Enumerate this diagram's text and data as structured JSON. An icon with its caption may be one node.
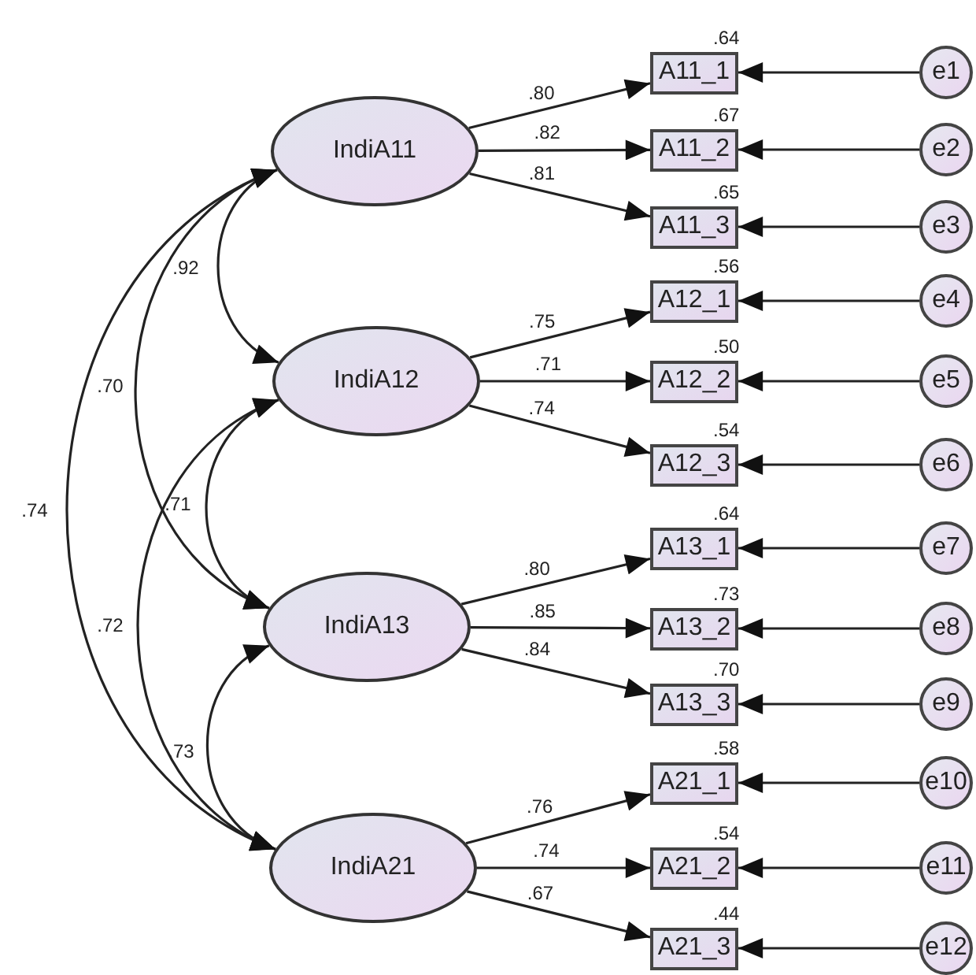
{
  "diagram": {
    "nodes": [
      {
        "text": [
          "IndiA11"
        ]
      },
      {
        "text": [
          "IndiA12"
        ]
      },
      {
        "text": [
          "IndiA13"
        ]
      },
      {
        "text": [
          "IndiA21"
        ]
      },
      {
        "text": [
          "A11_1"
        ],
        "beside": [
          ".64"
        ]
      },
      {
        "text": [
          "A11_2"
        ],
        "beside": [
          ".67"
        ]
      },
      {
        "text": [
          "A11_3"
        ],
        "beside": [
          ".65"
        ]
      },
      {
        "text": [
          "A12_1"
        ],
        "beside": [
          ".56"
        ]
      },
      {
        "text": [
          "A12_2"
        ],
        "beside": [
          ".50"
        ]
      },
      {
        "text": [
          "A12_3"
        ],
        "beside": [
          ".54"
        ]
      },
      {
        "text": [
          "A13_1"
        ],
        "beside": [
          ".64"
        ]
      },
      {
        "text": [
          "A13_2"
        ],
        "beside": [
          ".73"
        ]
      },
      {
        "text": [
          "A13_3"
        ],
        "beside": [
          ".70"
        ]
      },
      {
        "text": [
          "A21_1"
        ],
        "beside": [
          ".58"
        ]
      },
      {
        "text": [
          "A21_2"
        ],
        "beside": [
          ".54"
        ]
      },
      {
        "text": [
          "A21_3"
        ],
        "beside": [
          ".44"
        ]
      },
      {
        "text": [
          "e1"
        ]
      },
      {
        "text": [
          "e2"
        ]
      },
      {
        "text": [
          "e3"
        ]
      },
      {
        "text": [
          "e4"
        ]
      },
      {
        "text": [
          "e5"
        ]
      },
      {
        "text": [
          "e6"
        ]
      },
      {
        "text": [
          "e7"
        ]
      },
      {
        "text": [
          "e8"
        ]
      },
      {
        "text": [
          "e9"
        ]
      },
      {
        "text": [
          "e10"
        ]
      },
      {
        "text": [
          "e11"
        ]
      },
      {
        "text": [
          "e12"
        ]
      }
    ],
    "edges": [
      {
        "from": 0,
        "to": 4,
        "arrow": "to",
        "label": ".80"
      },
      {
        "from": 0,
        "to": 5,
        "arrow": "to",
        "label": ".82"
      },
      {
        "from": 0,
        "to": 6,
        "arrow": "to",
        "label": ".81"
      },
      {
        "from": 1,
        "to": 7,
        "arrow": "to",
        "label": ".75"
      },
      {
        "from": 1,
        "to": 8,
        "arrow": "to",
        "label": ".71"
      },
      {
        "from": 1,
        "to": 9,
        "arrow": "to",
        "label": ".74"
      },
      {
        "from": 2,
        "to": 10,
        "arrow": "to",
        "label": ".80"
      },
      {
        "from": 2,
        "to": 11,
        "arrow": "to",
        "label": ".85"
      },
      {
        "from": 2,
        "to": 12,
        "arrow": "to",
        "label": ".84"
      },
      {
        "from": 3,
        "to": 13,
        "arrow": "to",
        "label": ".76"
      },
      {
        "from": 3,
        "to": 14,
        "arrow": "to",
        "label": ".74"
      },
      {
        "from": 3,
        "to": 15,
        "arrow": "to",
        "label": ".67"
      },
      {
        "from": 16,
        "to": 4,
        "arrow": "to"
      },
      {
        "from": 17,
        "to": 5,
        "arrow": "to"
      },
      {
        "from": 18,
        "to": 6,
        "arrow": "to"
      },
      {
        "from": 19,
        "to": 7,
        "arrow": "to"
      },
      {
        "from": 20,
        "to": 8,
        "arrow": "to"
      },
      {
        "from": 21,
        "to": 9,
        "arrow": "to"
      },
      {
        "from": 22,
        "to": 10,
        "arrow": "to"
      },
      {
        "from": 23,
        "to": 11,
        "arrow": "to"
      },
      {
        "from": 24,
        "to": 12,
        "arrow": "to"
      },
      {
        "from": 25,
        "to": 13,
        "arrow": "to"
      },
      {
        "from": 26,
        "to": 14,
        "arrow": "to"
      },
      {
        "from": 27,
        "to": 15,
        "arrow": "to"
      },
      {
        "from": 0,
        "to": 1,
        "arrow": "both",
        "label": ".92"
      },
      {
        "from": 0,
        "to": 2,
        "arrow": "both",
        "label": ".70"
      },
      {
        "from": 0,
        "to": 3,
        "arrow": "both",
        "label": ".74"
      },
      {
        "from": 1,
        "to": 2,
        "arrow": "both",
        "label": ".71"
      },
      {
        "from": 1,
        "to": 3,
        "arrow": "both",
        "label": ".72"
      },
      {
        "from": 2,
        "to": 3,
        "arrow": "both",
        "label": ".73"
      }
    ]
  }
}
